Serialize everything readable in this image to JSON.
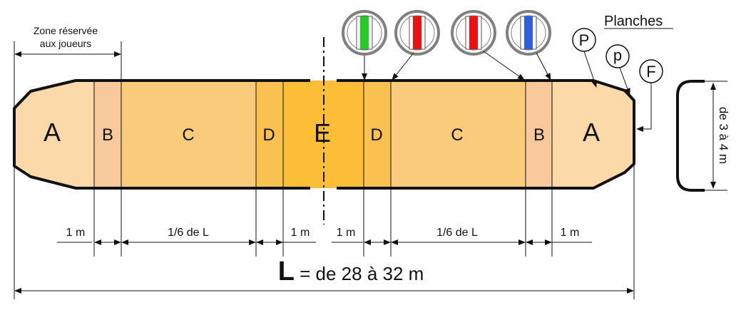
{
  "zone_reserved": {
    "line1": "Zone réservée",
    "line2": "aux joueurs"
  },
  "planches_label": "Planches",
  "sections": {
    "a_left": "A",
    "b_left": "B",
    "c_left": "C",
    "d_left": "D",
    "e_center": "E",
    "d_right": "D",
    "c_right": "C",
    "b_right": "B",
    "a_right": "A"
  },
  "plank_markers": {
    "p_upper": "P",
    "p_lower": "p",
    "f": "F"
  },
  "side_width_label": "de 3 à 4 m",
  "dimensions": {
    "left_1m_a": "1 m",
    "left_sixth": "1/6 de L",
    "left_1m_d": "1 m",
    "right_1m_d": "1 m",
    "right_sixth": "1/6 de L",
    "right_1m_b": "1 m"
  },
  "total_length": {
    "symbol": "L",
    "text": " = de 28 à 32 m"
  },
  "colors": {
    "zone_a": "#FCD9A8",
    "zone_b": "#F8C99A",
    "zone_c": "#FBCB7C",
    "zone_d": "#F9C150",
    "zone_e": "#FBBE36",
    "outline": "#111111",
    "ring_grey": "#808080",
    "stripe_green": "#22CC22",
    "stripe_red": "#EE1111",
    "stripe_blue": "#2F5FE0"
  },
  "ring_stripe_colors": [
    "green",
    "red",
    "red",
    "blue"
  ]
}
